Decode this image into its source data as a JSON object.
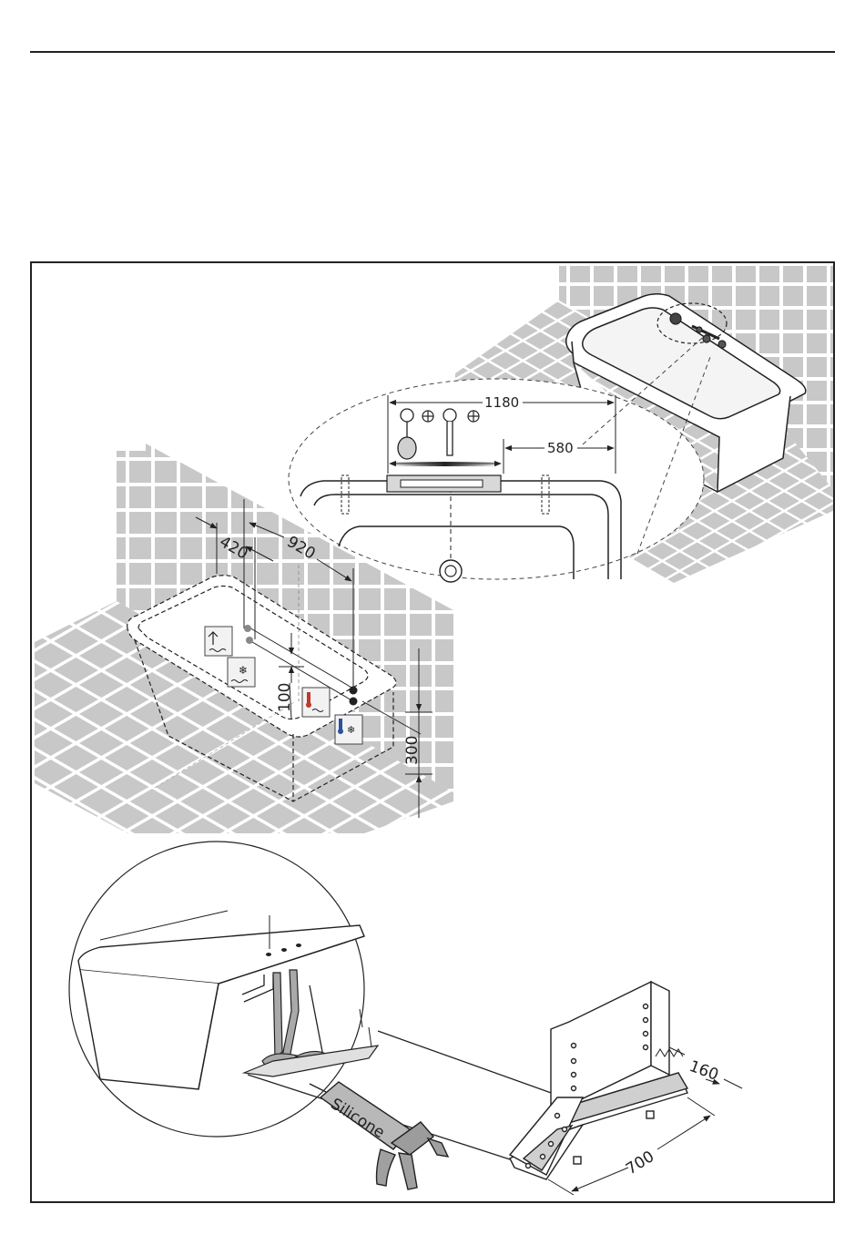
{
  "dimensions": {
    "total_width": "1180",
    "offset": "580",
    "depth": "420",
    "spacing": "920",
    "inlet_height": "100",
    "wall_height": "300",
    "bracket_width": "160",
    "bracket_length": "700"
  },
  "labels": {
    "sealant": "Silicone"
  },
  "icons": [
    "hot-water-supply-icon",
    "cold-water-supply-icon",
    "thermostat-hot-icon",
    "thermostat-cold-icon",
    "spout-icon",
    "hand-shower-icon",
    "valve-handle-icon"
  ],
  "colors": {
    "tile": "#c8c8c8",
    "grout": "#ffffff",
    "line": "#222222",
    "hot_indicator": "#c0392b",
    "cold_indicator": "#2c4f9e",
    "bracket_floor": "#cfcfcf"
  }
}
